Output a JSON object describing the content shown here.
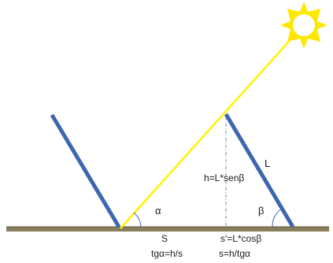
{
  "labels": {
    "panel_length": "L",
    "height_formula": "h=L*senβ",
    "alpha": "α",
    "beta": "β",
    "shadow": "S",
    "projection_formula": "s'=L*cosβ",
    "tan_formula": "tgα=h/s",
    "shadow_formula": "s=h/tgα"
  },
  "colors": {
    "panel": "#3c66b0",
    "ray": "#fff200",
    "sun": "#ffe800",
    "ground": "#8a7f5c",
    "ground_shade": "#5c5439",
    "dashed": "#5f8fb5",
    "arc": "#3c66b0",
    "text": "#1a1a1a"
  },
  "icons": {
    "sun": "sun-icon"
  }
}
